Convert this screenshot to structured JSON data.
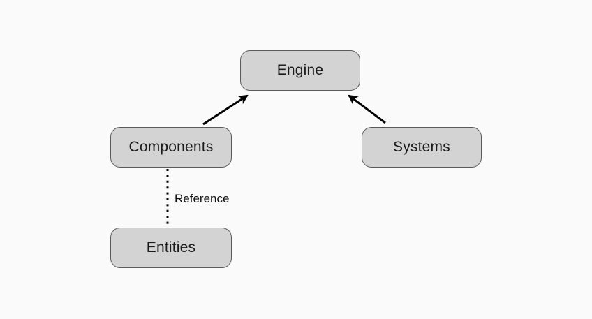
{
  "diagram": {
    "type": "flowchart",
    "background_color": "#fafafa",
    "node_fill_color": "#d3d3d3",
    "node_border_color": "#5a5a5a",
    "text_color": "#1b1b1b",
    "edge_color": "#000000",
    "nodes": [
      {
        "id": "engine",
        "label": "Engine"
      },
      {
        "id": "components",
        "label": "Components"
      },
      {
        "id": "systems",
        "label": "Systems"
      },
      {
        "id": "entities",
        "label": "Entities"
      }
    ],
    "edges": [
      {
        "from": "components",
        "to": "engine",
        "style": "solid",
        "arrowhead": true,
        "label": ""
      },
      {
        "from": "systems",
        "to": "engine",
        "style": "solid",
        "arrowhead": true,
        "label": ""
      },
      {
        "from": "components",
        "to": "entities",
        "style": "dotted",
        "arrowhead": false,
        "label": "Reference"
      }
    ]
  }
}
